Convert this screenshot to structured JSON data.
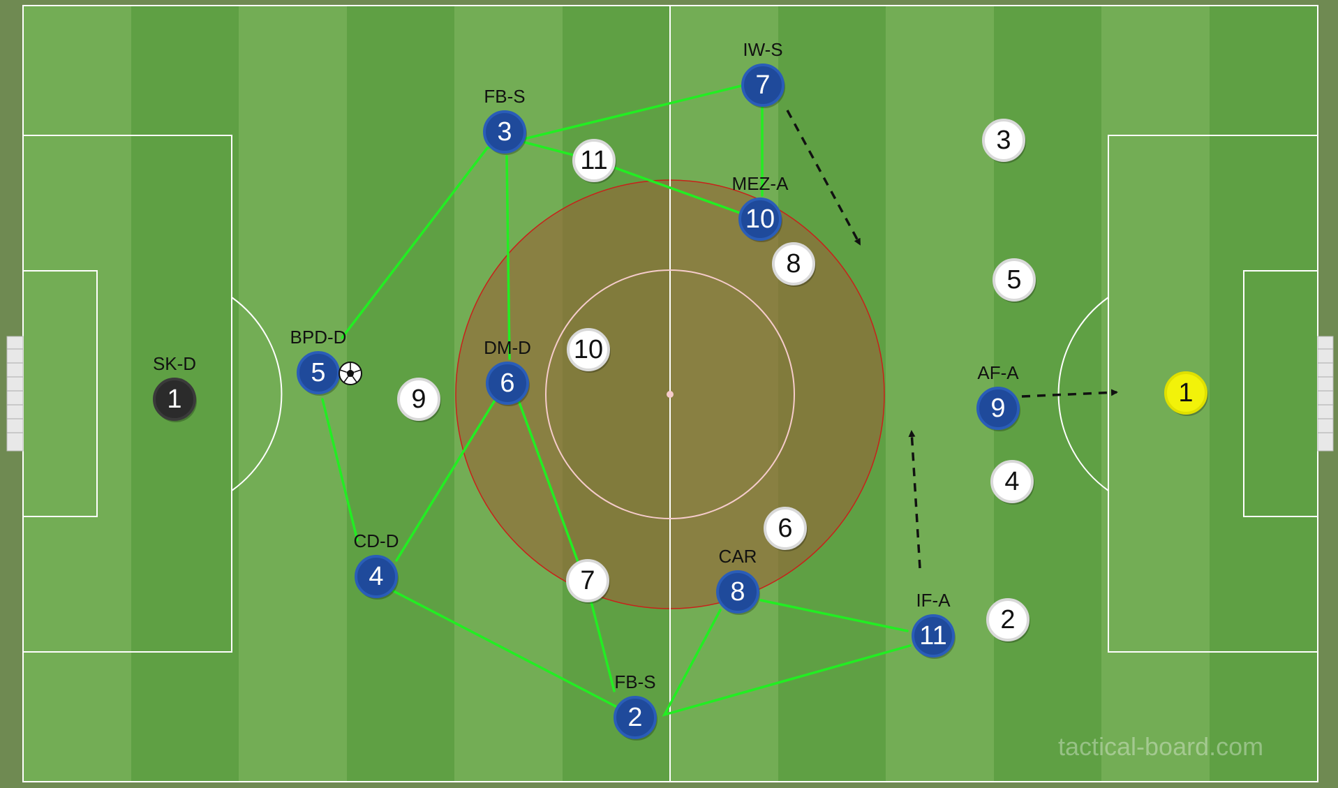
{
  "watermark": "tactical-board.com",
  "colors": {
    "pitch_light": "#73ad55",
    "pitch_dark": "#5fa044",
    "lines": "#ffffff",
    "home_team": "#1f4a9b",
    "away_team": "#ffffff",
    "home_keeper": "#2b2b2b",
    "away_keeper": "#f2f20a",
    "pass_lines": "#22ee22",
    "zone": "#9a6a3c"
  },
  "ball_icon": "soccer-ball-icon",
  "home_players": [
    {
      "role": "SK-D",
      "number": "1"
    },
    {
      "role": "FB-S",
      "number": "2"
    },
    {
      "role": "FB-S",
      "number": "3"
    },
    {
      "role": "CD-D",
      "number": "4"
    },
    {
      "role": "BPD-D",
      "number": "5"
    },
    {
      "role": "DM-D",
      "number": "6"
    },
    {
      "role": "IW-S",
      "number": "7"
    },
    {
      "role": "CAR",
      "number": "8"
    },
    {
      "role": "AF-A",
      "number": "9"
    },
    {
      "role": "MEZ-A",
      "number": "10"
    },
    {
      "role": "IF-A",
      "number": "11"
    }
  ],
  "away_players": [
    {
      "number": "1"
    },
    {
      "number": "2"
    },
    {
      "number": "3"
    },
    {
      "number": "4"
    },
    {
      "number": "5"
    },
    {
      "number": "6"
    },
    {
      "number": "7"
    },
    {
      "number": "8"
    },
    {
      "number": "9"
    },
    {
      "number": "10"
    },
    {
      "number": "11"
    }
  ]
}
